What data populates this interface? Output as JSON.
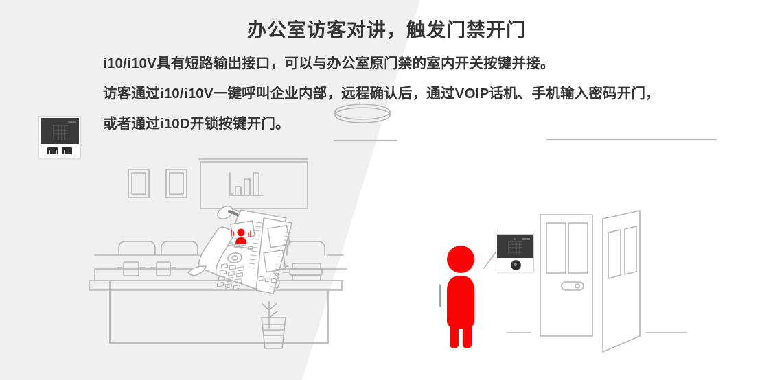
{
  "page": {
    "title": "办公室访客对讲，触发门禁开门",
    "body_lines": [
      "i10/i10V具有短路输出接口，可以与办公室原门禁的室内开关按键并接。",
      "访客通过i10/i10V一键呼叫企业内部，远程确认后，通过VOIP话机、手机输入密码开门，",
      "或者通过i10D开锁按键开门。"
    ],
    "colors": {
      "accent_red": "#fa0505",
      "text_dark": "#333333",
      "line_gray": "#b5b5b5",
      "panel_gray": "#f0f0f0",
      "device_dark": "#3a3a3a",
      "background": "#ffffff"
    }
  },
  "illustration": {
    "left_scene_name": "办公室",
    "right_scene_name": "门口",
    "devices": {
      "left_device_label": "i10",
      "right_device_label": "i10D"
    },
    "phone_screen_icon": "person-icon",
    "visitor_icon": "person-standing-icon",
    "objects": [
      "ceiling-light",
      "wall-frame",
      "wall-frame",
      "projector-screen",
      "bar-chart",
      "desk-lamp",
      "voip-desk-phone",
      "office-chair",
      "office-chair",
      "office-chair",
      "reception-desk",
      "potted-plant",
      "door",
      "open-door",
      "door-handle"
    ]
  }
}
